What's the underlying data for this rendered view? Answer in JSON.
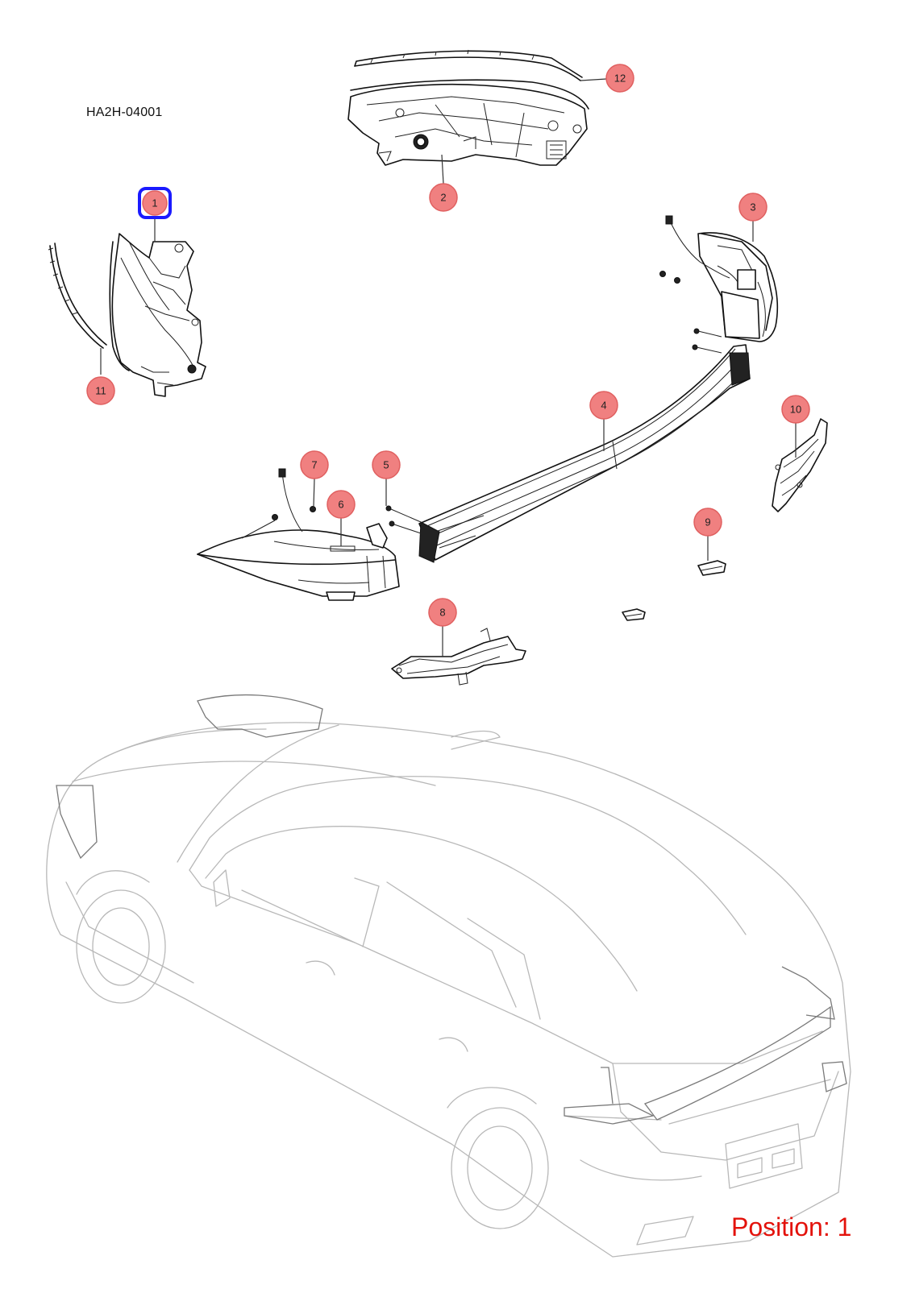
{
  "diagram_code": "HA2H-04001",
  "position_label": "Position: 1",
  "colors": {
    "callout_fill": "#f08080",
    "callout_stroke": "#e06060",
    "highlight": "#1a1aff",
    "position_text": "#e3120b"
  },
  "callouts": [
    {
      "number": "1",
      "selected": true
    },
    {
      "number": "2"
    },
    {
      "number": "3"
    },
    {
      "number": "4"
    },
    {
      "number": "5"
    },
    {
      "number": "6"
    },
    {
      "number": "7"
    },
    {
      "number": "8"
    },
    {
      "number": "9"
    },
    {
      "number": "10"
    },
    {
      "number": "11"
    },
    {
      "number": "12"
    }
  ]
}
